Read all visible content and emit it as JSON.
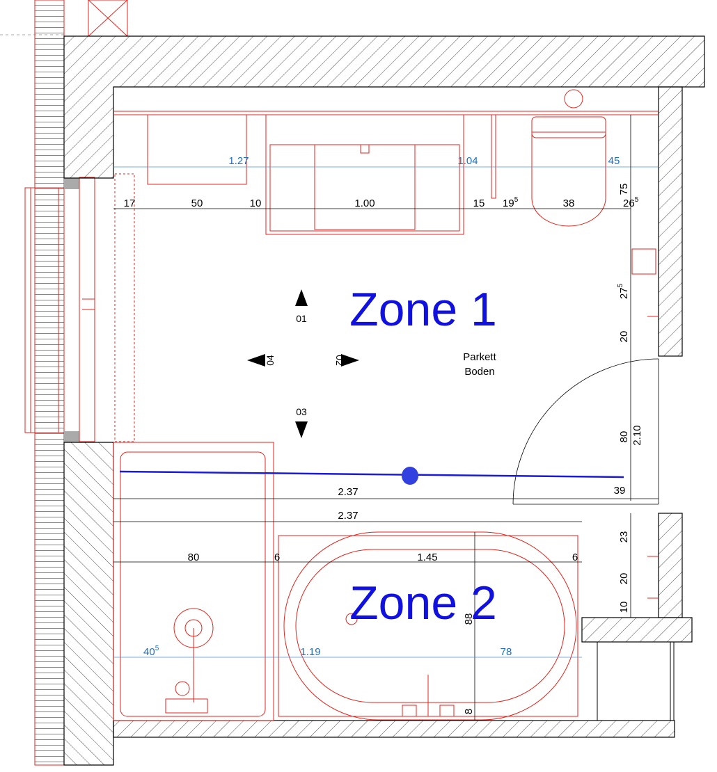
{
  "zones": {
    "zone1": "Zone 1",
    "zone2": "Zone 2"
  },
  "floor": {
    "line1": "Parkett",
    "line2": "Boden"
  },
  "arrows": {
    "north": "01",
    "east": "02",
    "south": "03",
    "west": "04"
  },
  "top_dims": {
    "d1": "17",
    "d2": "50",
    "d3": "10",
    "d4": "1.00",
    "d5": "15",
    "d6_base": "19",
    "d6_sup": "5",
    "d7": "38",
    "d8_base": "26",
    "d8_sup": "5"
  },
  "top_blue": {
    "b1": "1.27",
    "b2": "1.04",
    "b3": "45"
  },
  "right_dims": {
    "r1": "75",
    "r2_base": "27",
    "r2_sup": "5",
    "r3": "20",
    "r4": "80",
    "r5": "2.10",
    "r6": "39",
    "r7": "23",
    "r8": "20",
    "r9": "10"
  },
  "bottom_dims": {
    "w1": "2.37",
    "w2": "2.37",
    "w3": "80",
    "w4": "6",
    "w5": "1.45",
    "w6": "6",
    "h1": "88",
    "h2": "8"
  },
  "bottom_blue": {
    "b1_base": "40",
    "b1_sup": "5",
    "b2": "1.19",
    "b3": "78"
  },
  "colors": {
    "zone": "#1010e0",
    "red": "#e4231c",
    "blue_dim": "#1f6fc0"
  }
}
